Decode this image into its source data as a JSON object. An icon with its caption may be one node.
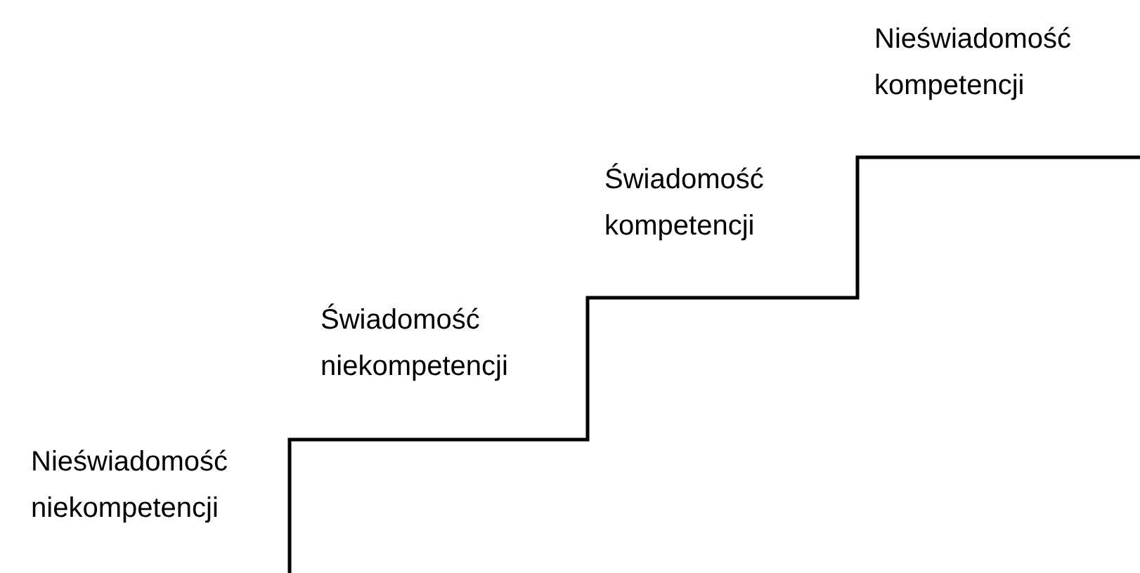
{
  "diagram": {
    "labels": [
      "Nieświadomość niekompetencji",
      "Świadomość niekompetencji",
      "Świadomość kompetencji",
      "Nieświadomość kompetencji"
    ]
  }
}
